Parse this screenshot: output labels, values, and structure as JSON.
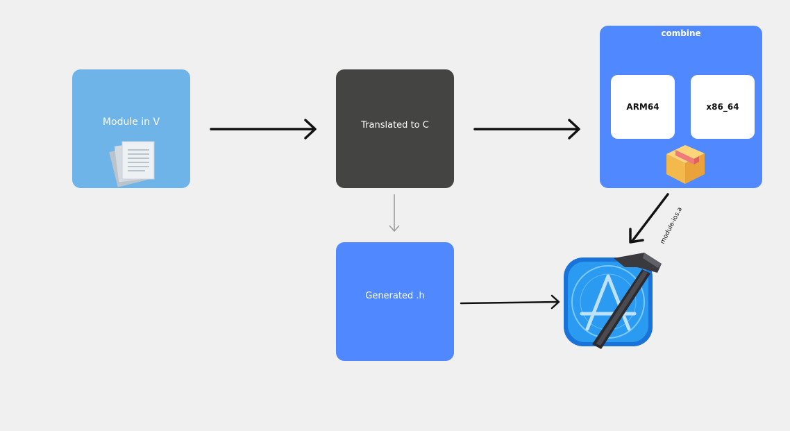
{
  "nodes": {
    "module": "Module in V",
    "translated": "Translated to C",
    "generated": "Generated .h",
    "combine": "combine",
    "arm": "ARM64",
    "x86": "x86_64"
  },
  "edges": {
    "library_label": "module-ios.a"
  },
  "icons": {
    "document": "document-stack-icon",
    "package": "package-box-icon",
    "xcode": "xcode-app-icon"
  },
  "colors": {
    "background": "#f0f0f0",
    "module": "#6fb4e9",
    "translated": "#444442",
    "blue": "#4f88ff"
  }
}
